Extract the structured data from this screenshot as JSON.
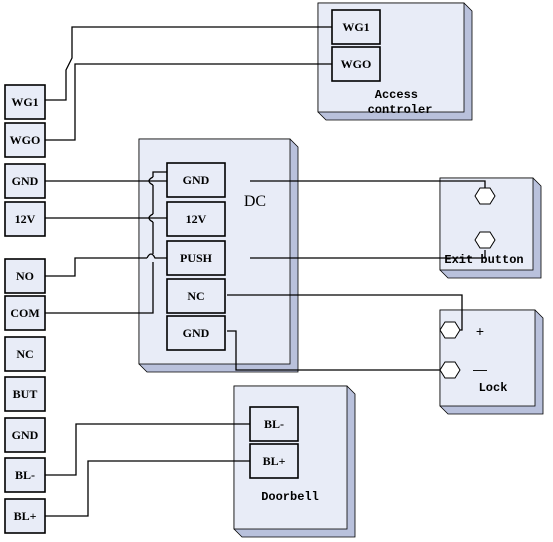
{
  "colors": {
    "panel_face": "#e8ecf7",
    "panel_edge": "#b9c1dc",
    "stroke": "#000000"
  },
  "controller_terminals": {
    "wg1": "WG1",
    "wg0": "WGO",
    "gnd": "GND",
    "v12": "12V",
    "no": "NO",
    "com": "COM",
    "nc": "NC",
    "but": "BUT",
    "gnd2": "GND",
    "bl_minus": "BL-",
    "bl_plus": "BL+"
  },
  "access_controller": {
    "label": "Access controler",
    "wg1": "WG1",
    "wg0": "WGO"
  },
  "dc": {
    "label": "DC",
    "gnd": "GND",
    "v12": "12V",
    "push": "PUSH",
    "nc": "NC",
    "gnd2": "GND"
  },
  "exit_button": {
    "label": "Exit button"
  },
  "lock": {
    "label": "Lock",
    "plus": "+",
    "minus": "—"
  },
  "doorbell": {
    "label": "Doorbell",
    "bl_minus": "BL-",
    "bl_plus": "BL+"
  }
}
